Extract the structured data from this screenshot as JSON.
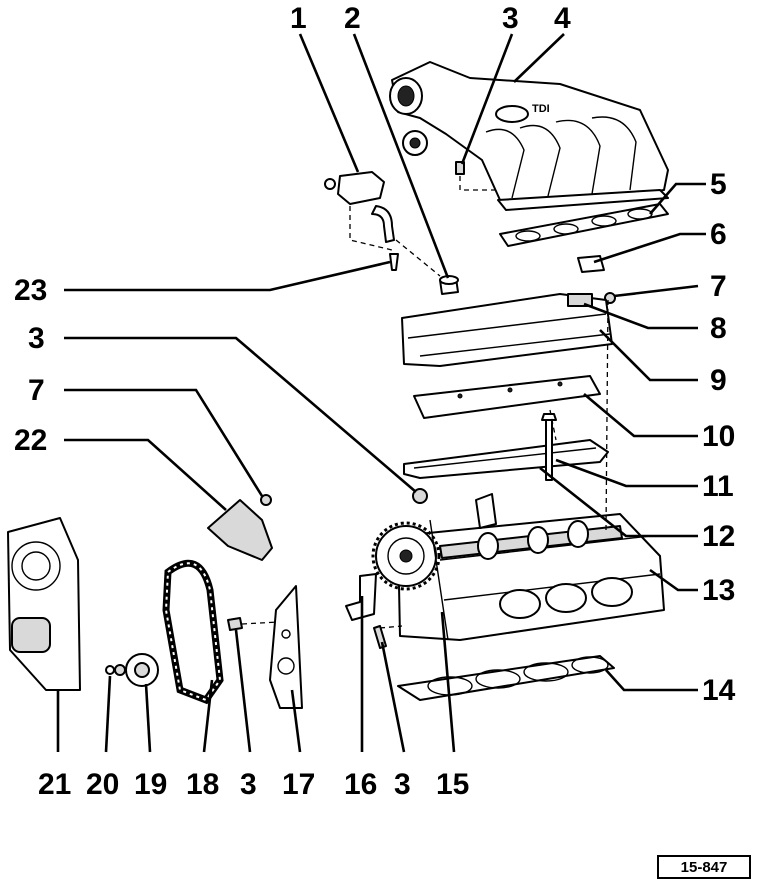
{
  "callouts": {
    "c1": "1",
    "c2": "2",
    "c3a": "3",
    "c4": "4",
    "c5": "5",
    "c6": "6",
    "c7a": "7",
    "c8": "8",
    "c9": "9",
    "c10": "10",
    "c11": "11",
    "c12": "12",
    "c13": "13",
    "c14": "14",
    "c15": "15",
    "c16": "16",
    "c3b": "3",
    "c17": "17",
    "c3c": "3",
    "c18": "18",
    "c19": "19",
    "c20": "20",
    "c21": "21",
    "c22": "22",
    "c7b": "7",
    "c3d": "3",
    "c23": "23"
  },
  "figure_ref": "15-847",
  "manifold_logo": "TDI"
}
